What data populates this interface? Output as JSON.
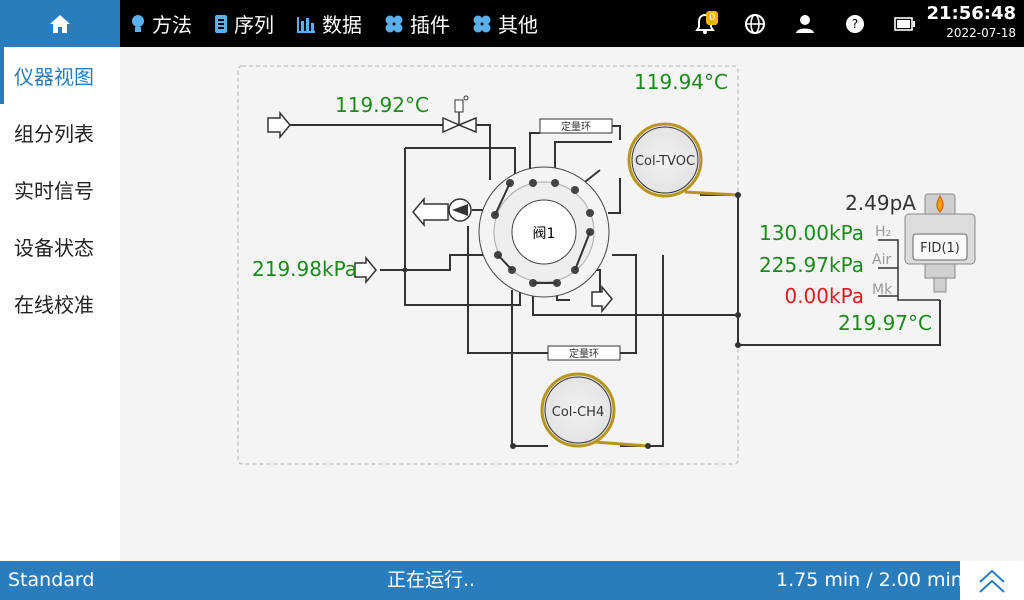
{
  "nav": {
    "items": [
      {
        "label": "方法",
        "icon": "bulb-icon"
      },
      {
        "label": "序列",
        "icon": "list-icon"
      },
      {
        "label": "数据",
        "icon": "bar-chart-icon"
      },
      {
        "label": "插件",
        "icon": "puzzle-icon"
      },
      {
        "label": "其他",
        "icon": "grid-icon"
      }
    ],
    "notification_count": "0",
    "time": "21:56:48",
    "date": "2022-07-18"
  },
  "sidebar": {
    "items": [
      {
        "label": "仪器视图"
      },
      {
        "label": "组分列表"
      },
      {
        "label": "实时信号"
      },
      {
        "label": "设备状态"
      },
      {
        "label": "在线校准"
      }
    ]
  },
  "diagram": {
    "oven_temp": "119.94°C",
    "valve_temp": "119.92°C",
    "inlet_pressure": "219.98kPa",
    "valve_label": "阀1",
    "loop_label_top": "定量环",
    "loop_label_bottom": "定量环",
    "column_top": "Col-TVOC",
    "column_bottom": "Col-CH4",
    "detector": {
      "signal": "2.49pA",
      "name": "FID(1)",
      "h2_label": "H₂",
      "air_label": "Air",
      "mk_label": "Mk",
      "h2_pressure": "130.00kPa",
      "air_pressure": "225.97kPa",
      "mk_pressure": "0.00kPa",
      "temp": "219.97°C"
    },
    "colors": {
      "ok": "#1a8a1a",
      "alarm": "#d62020",
      "line": "#333333",
      "column_ring": "#b8961e"
    }
  },
  "status_bar": {
    "mode": "Standard",
    "state": "正在运行..",
    "progress": "1.75 min / 2.00 min"
  }
}
